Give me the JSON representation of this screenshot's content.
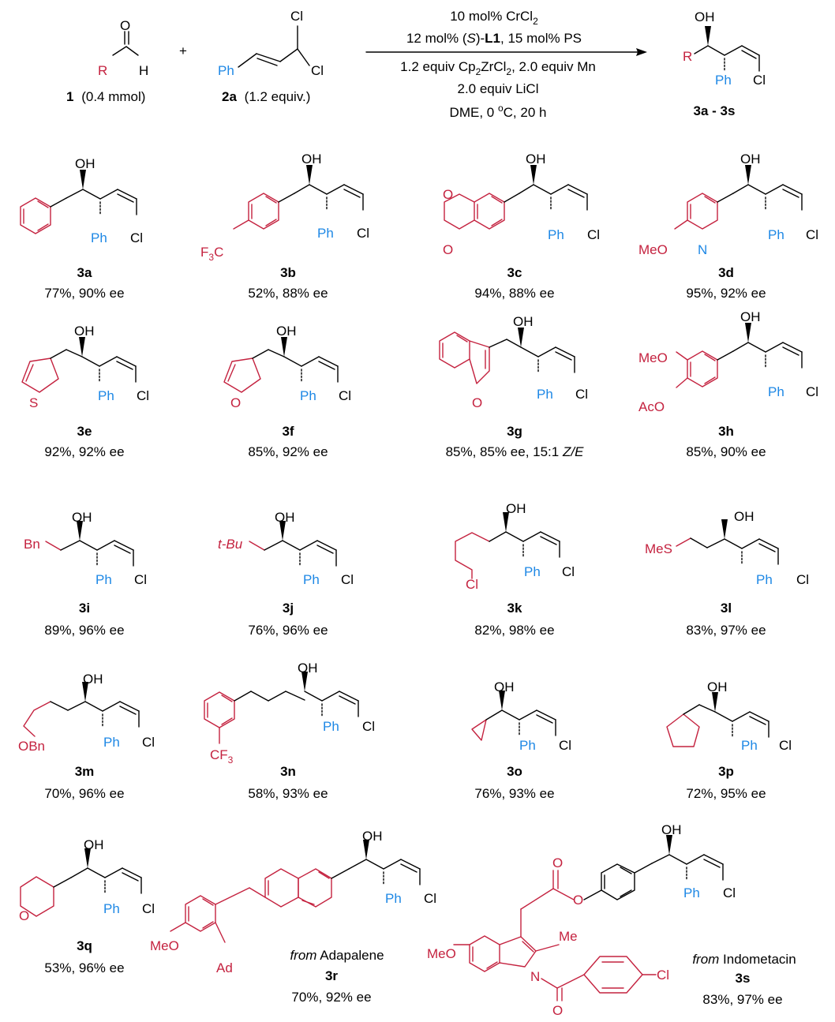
{
  "colors": {
    "substituent": "#c4223f",
    "phenyl": "#1e88e5",
    "bond": "#000000"
  },
  "reaction": {
    "reagent1": {
      "label_R": "R",
      "label_O": "O",
      "label_H": "H",
      "id": "1",
      "amount": "(0.4 mmol)"
    },
    "plus": "+",
    "reagent2": {
      "label_Ph": "Ph",
      "label_Cl1": "Cl",
      "label_Cl2": "Cl",
      "id": "2a",
      "amount": "(1.2 equiv.)"
    },
    "conditions": {
      "above": [
        "10 mol% CrCl",
        "12 mol% (",
        "S",
        ")-",
        "L1",
        ", 15 mol% PS"
      ],
      "below": [
        "1.2 equiv Cp",
        "ZrCl",
        ", 2.0 equiv Mn",
        "2.0 equiv LiCl",
        "DME, 0 ",
        "o",
        "C, 20 h"
      ],
      "subscript": "2"
    },
    "product": {
      "label_OH": "OH",
      "label_R": "R",
      "label_Ph": "Ph",
      "label_Cl": "Cl",
      "id": "3a - 3s"
    }
  },
  "common_labels": {
    "OH": "OH",
    "Ph": "Ph",
    "Cl": "Cl"
  },
  "entries": [
    {
      "id": "3a",
      "result": "77%, 90% ee"
    },
    {
      "id": "3b",
      "result": "52%, 88% ee",
      "sub": "F",
      "sub2": "3",
      "sub3": "C"
    },
    {
      "id": "3c",
      "result": "94%, 88% ee",
      "o1": "O",
      "o2": "O"
    },
    {
      "id": "3d",
      "result": "95%, 92% ee",
      "sub": "MeO",
      "n": "N"
    },
    {
      "id": "3e",
      "result": "92%, 92% ee",
      "s": "S"
    },
    {
      "id": "3f",
      "result": "85%, 92% ee",
      "o": "O"
    },
    {
      "id": "3g",
      "result": "85%, 85% ee, 15:1 ",
      "ze": "Z/E",
      "o": "O"
    },
    {
      "id": "3h",
      "result": "85%, 90% ee",
      "sub1": "MeO",
      "sub2": "AcO"
    },
    {
      "id": "3i",
      "result": "89%, 96% ee",
      "sub": "Bn"
    },
    {
      "id": "3j",
      "result": "76%, 96% ee",
      "sub": "t-Bu"
    },
    {
      "id": "3k",
      "result": "82%, 98% ee",
      "sub": "Cl"
    },
    {
      "id": "3l",
      "result": "83%, 97% ee",
      "sub": "MeS"
    },
    {
      "id": "3m",
      "result": "70%, 96% ee",
      "sub": "OBn"
    },
    {
      "id": "3n",
      "result": "58%, 93% ee",
      "sub": "CF",
      "sub2": "3"
    },
    {
      "id": "3o",
      "result": "76%, 93% ee"
    },
    {
      "id": "3p",
      "result": "72%, 95% ee"
    },
    {
      "id": "3q",
      "result": "53%, 96% ee",
      "o": "O"
    },
    {
      "id": "3r",
      "result": "70%, 92% ee",
      "from": "from",
      "source": " Adapalene",
      "sub1": "MeO",
      "sub2": "Ad"
    },
    {
      "id": "3s",
      "result": "83%, 97% ee",
      "from": "from",
      "source": " Indometacin",
      "sub1": "MeO",
      "sub2": "Me",
      "n": "N",
      "o1": "O",
      "o2": "O",
      "o3": "O",
      "cl": "Cl"
    }
  ]
}
